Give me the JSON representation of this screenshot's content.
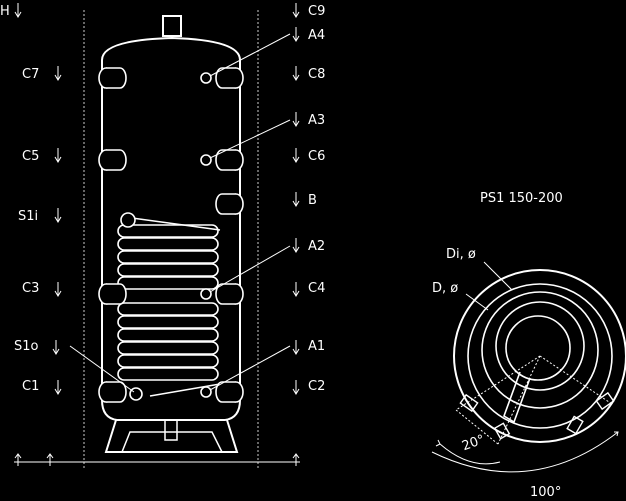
{
  "model_title": "PS1  150-200",
  "left_labels": {
    "h": "H",
    "c7": "C7",
    "c5": "C5",
    "s1i": "S1i",
    "c3": "C3",
    "s1o": "S1o",
    "c1": "C1"
  },
  "right_labels": {
    "c9": "C9",
    "a4": "A4",
    "c8": "C8",
    "a3": "A3",
    "c6": "C6",
    "b": "B",
    "a2": "A2",
    "c4": "C4",
    "a1": "A1",
    "c2": "C2"
  },
  "section": {
    "di_label": "Di, ø",
    "d_label": "D, ø",
    "angle_small": "20°",
    "angle_large": "100°"
  }
}
